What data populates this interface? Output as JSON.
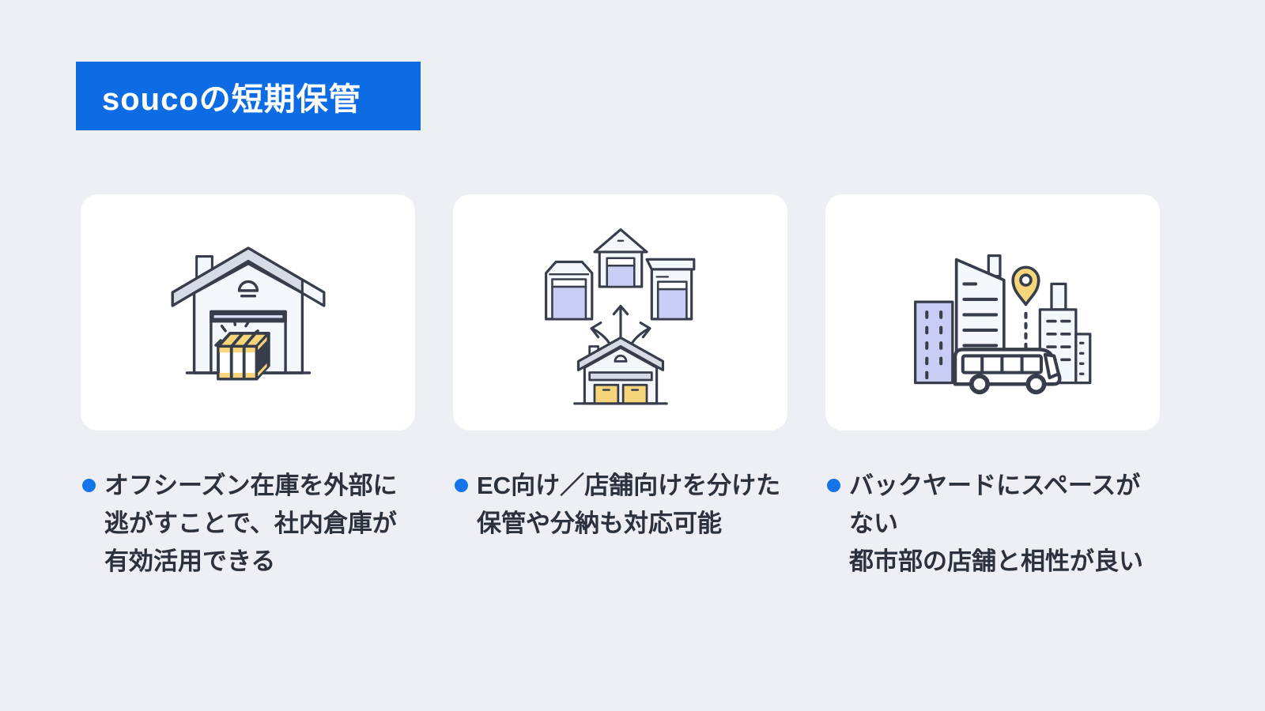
{
  "header": {
    "title": "soucoの短期保管"
  },
  "cards": [
    {
      "icon": "warehouse-with-boxes-icon"
    },
    {
      "icon": "warehouse-distribution-icon"
    },
    {
      "icon": "city-bus-location-icon"
    }
  ],
  "bullets": [
    {
      "text": "オフシーズン在庫を外部に\n逃がすことで、社内倉庫が\n有効活用できる"
    },
    {
      "text": "EC向け／店舗向けを分けた\n保管や分納も対応可能"
    },
    {
      "text": "バックヤードにスペースがない\n都市部の店舗と相性が良い"
    }
  ],
  "colors": {
    "page_background": "#edeff4",
    "banner_blue": "#0d6ce4",
    "bullet_dot_blue": "#1674ea",
    "card_white": "#ffffff",
    "text_dark": "#2c323d",
    "illustration_outline": "#373d4a",
    "illustration_roof_gray": "#d7dbe5",
    "illustration_body_light": "#f4f7fc",
    "illustration_yellow": "#f7d67b",
    "illustration_periwinkle": "#c9cdf4"
  }
}
